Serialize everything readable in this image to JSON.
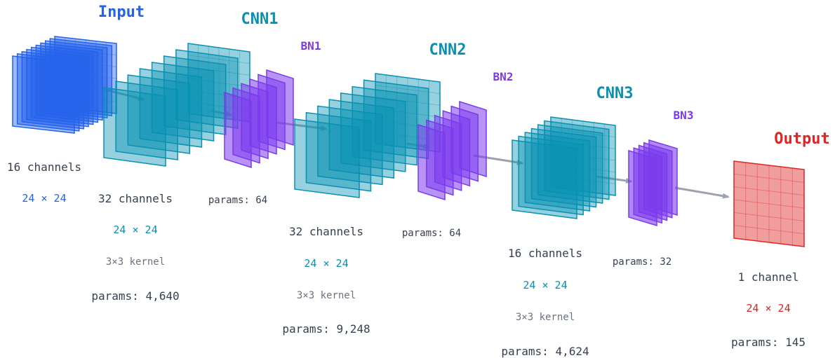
{
  "colors": {
    "input": "#2563eb",
    "cnn": "#0891b2",
    "bn": "#7c3aed",
    "output": "#dc2626",
    "arrow": "#9ca3af"
  },
  "layers": [
    {
      "id": "input",
      "title": "Input",
      "channels": "16 channels",
      "dims": "24 × 24",
      "color": "input"
    },
    {
      "id": "cnn1",
      "title": "CNN1",
      "channels": "32 channels",
      "dims": "24 × 24",
      "kernel": "3×3 kernel",
      "params": "params: 4,640",
      "color": "cnn"
    },
    {
      "id": "bn1",
      "title": "BN1",
      "params": "params: 64",
      "color": "bn"
    },
    {
      "id": "cnn2",
      "title": "CNN2",
      "channels": "32 channels",
      "dims": "24 × 24",
      "kernel": "3×3 kernel",
      "params": "params: 9,248",
      "color": "cnn"
    },
    {
      "id": "bn2",
      "title": "BN2",
      "params": "params: 64",
      "color": "bn"
    },
    {
      "id": "cnn3",
      "title": "CNN3",
      "channels": "16 channels",
      "dims": "24 × 24",
      "kernel": "3×3 kernel",
      "params": "params: 4,624",
      "color": "cnn"
    },
    {
      "id": "bn3",
      "title": "BN3",
      "params": "params: 32",
      "color": "bn"
    },
    {
      "id": "output",
      "title": "Output",
      "channels": "1 channel",
      "dims": "24 × 24",
      "params": "params: 145",
      "color": "output"
    }
  ]
}
